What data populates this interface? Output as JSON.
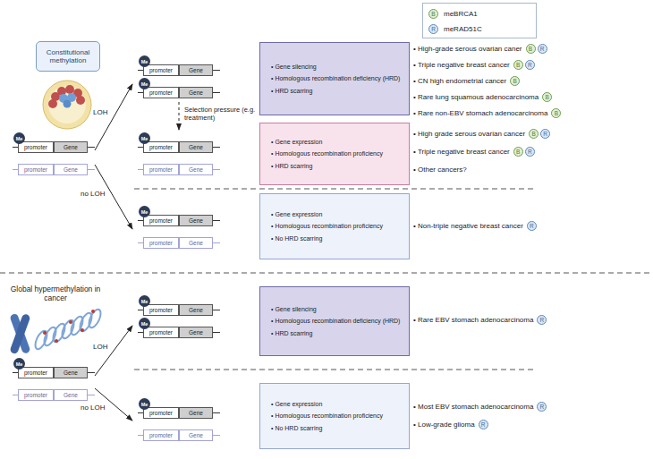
{
  "diagram": {
    "nodes": [
      {
        "text": [
          "Constitutional methylation"
        ]
      },
      {
        "text": [
          "Me"
        ]
      },
      {
        "text": [
          "promoter"
        ]
      },
      {
        "text": [
          "Gene"
        ]
      },
      {
        "text": [
          "Me"
        ]
      },
      {
        "text": [
          "promoter"
        ]
      },
      {
        "text": [
          "Gene"
        ]
      },
      {
        "text": [
          "• Gene silencing",
          "• Homologous recombination deficiency (HRD)",
          "• HRD scarring"
        ]
      },
      {
        "text": [
          "B"
        ]
      },
      {
        "text": [
          "R"
        ]
      },
      {
        "text": [
          "B"
        ]
      },
      {
        "text": [
          "R"
        ]
      },
      {
        "text": [
          "B"
        ]
      },
      {
        "text": [
          "B"
        ]
      },
      {
        "text": [
          "B"
        ]
      },
      {
        "text": [
          "Me"
        ]
      },
      {
        "text": [
          "promoter"
        ]
      },
      {
        "text": [
          "Gene"
        ]
      },
      {
        "text": [
          "promoter"
        ]
      },
      {
        "text": [
          "Gene"
        ]
      },
      {
        "text": [
          "Me"
        ]
      },
      {
        "text": [
          "promoter"
        ]
      },
      {
        "text": [
          "Gene"
        ]
      },
      {
        "text": [
          "promoter"
        ]
      },
      {
        "text": [
          "Gene"
        ]
      },
      {
        "text": [
          "• Gene expression",
          "• Homologous recombination proficiency",
          "• HRD scarring"
        ]
      },
      {
        "text": [
          "B"
        ]
      },
      {
        "text": [
          "R"
        ]
      },
      {
        "text": [
          "B"
        ]
      },
      {
        "text": [
          "R"
        ]
      },
      {
        "text": [
          "Me"
        ]
      },
      {
        "text": [
          "promoter"
        ]
      },
      {
        "text": [
          "Gene"
        ]
      },
      {
        "text": [
          "promoter"
        ]
      },
      {
        "text": [
          "Gene"
        ]
      },
      {
        "text": [
          "• Gene expression",
          "• Homologous recombination proficiency",
          "• No HRD scarring"
        ]
      },
      {
        "text": [
          "R"
        ]
      },
      {
        "text": [
          "Me"
        ]
      },
      {
        "text": [
          "promoter"
        ]
      },
      {
        "text": [
          "Gene"
        ]
      },
      {
        "text": [
          "Me"
        ]
      },
      {
        "text": [
          "promoter"
        ]
      },
      {
        "text": [
          "Gene"
        ]
      },
      {
        "text": [
          "• Gene silencing",
          "• Homologous recombination deficiency (HRD)",
          "• HRD scarring"
        ]
      },
      {
        "text": [
          "R"
        ]
      },
      {
        "text": [
          "Me"
        ]
      },
      {
        "text": [
          "promoter"
        ]
      },
      {
        "text": [
          "Gene"
        ]
      },
      {
        "text": [
          "promoter"
        ]
      },
      {
        "text": [
          "Gene"
        ]
      },
      {
        "text": [
          "Me"
        ]
      },
      {
        "text": [
          "promoter"
        ]
      },
      {
        "text": [
          "Gene"
        ]
      },
      {
        "text": [
          "promoter"
        ]
      },
      {
        "text": [
          "Gene"
        ]
      },
      {
        "text": [
          "• Gene expression",
          "• Homologous recombination proficiency",
          "• No HRD scarring"
        ]
      },
      {
        "text": [
          "R"
        ]
      },
      {
        "text": [
          "R"
        ]
      }
    ],
    "labels": [
      "B",
      "R",
      "LOH",
      "Selection pressure (e.g. treatment)",
      "no LOH",
      "Global hypermethylation in cancer",
      "LOH",
      "no LOH",
      "• High-grade serous ovarian caner",
      "• Triple negative breast cancer",
      "• CN high endometrial cancer",
      "• Rare lung squamous adenocarcinoma",
      "• Rare non-EBV stomach adenocarcinoma",
      "• High grade serous ovarian cancer",
      "• Triple negative breast cancer",
      "• Other cancers?",
      "• Non-triple negative breast cancer",
      "• Rare EBV stomach adenocarcinoma",
      "• Most EBV stomach adenocarcinoma",
      "• Low-grade glioma"
    ],
    "legend": [
      {
        "text": "meBRCA1",
        "color": "#e2f0d6"
      },
      {
        "text": "meRAD51C",
        "color": "#dce8f6"
      }
    ]
  }
}
